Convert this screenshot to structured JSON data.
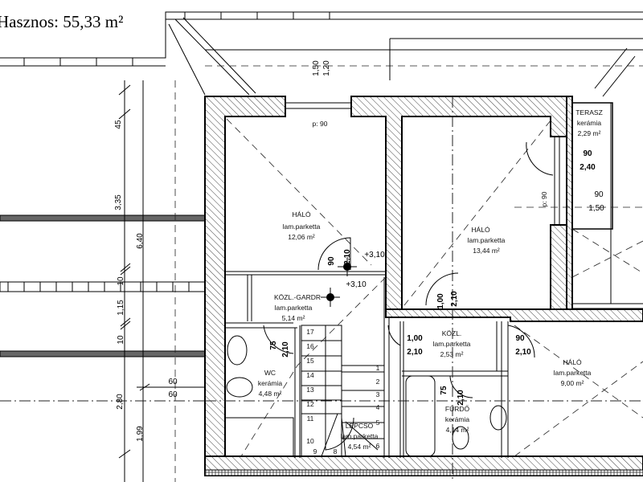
{
  "header": {
    "useful_area_label": "Hasznos: 55,33 m²"
  },
  "rooms": [
    {
      "name": "HÁLÓ",
      "floor": "lam.parketta",
      "area": "12,06 m²"
    },
    {
      "name": "HÁLÓ",
      "floor": "lam.parketta",
      "area": "13,44 m²"
    },
    {
      "name": "TERASZ",
      "floor": "kerámia",
      "area": "2,29 m²"
    },
    {
      "name": "KÖZL.-GARDR",
      "floor": "lam.parketta",
      "area": "5,14 m²"
    },
    {
      "name": "WC",
      "floor": "kerámia",
      "area": "4,48 m²"
    },
    {
      "name": "LÉPCSŐ",
      "floor": "lam.parketta",
      "area": "4,54 m²"
    },
    {
      "name": "KÖZL.",
      "floor": "lam.parketta",
      "area": "2,53 m²"
    },
    {
      "name": "FÜRDŐ",
      "floor": "kerámia",
      "area": "4,14 m²"
    },
    {
      "name": "HÁLÓ",
      "floor": "lam.parketta",
      "area": "9,00 m²"
    }
  ],
  "annotations": {
    "window_top": "p: 90",
    "window_right": "p: 90",
    "level_1": "+3,10",
    "level_2": "+3,10",
    "door_b1_w": "90",
    "door_b1_h": "2,10",
    "door_b2_w": "1,00",
    "door_b2_h": "2,10",
    "door_terrace_w": "90",
    "door_terrace_h": "2,40",
    "window_terrace_w": "90",
    "window_terrace_h": "1,50",
    "door_wc_w": "75",
    "door_wc_h": "2,10",
    "door_kozl_w": "1,00",
    "door_kozl_h": "2,10",
    "door_halo3_w": "90",
    "door_halo3_h": "2,10",
    "door_furdo_w": "75",
    "door_furdo_h": "2,10",
    "roof_dim_1": "1,50",
    "roof_dim_2": "1,20"
  },
  "left_dimensions": [
    "45",
    "3,35",
    "6,40",
    "10",
    "1,15",
    "10",
    "2,80",
    "1,99",
    "60",
    "60"
  ],
  "stair_steps": [
    "17",
    "16",
    "15",
    "14",
    "13",
    "12",
    "11",
    "10",
    "9",
    "8",
    "1",
    "2",
    "3",
    "4",
    "5",
    "6"
  ]
}
